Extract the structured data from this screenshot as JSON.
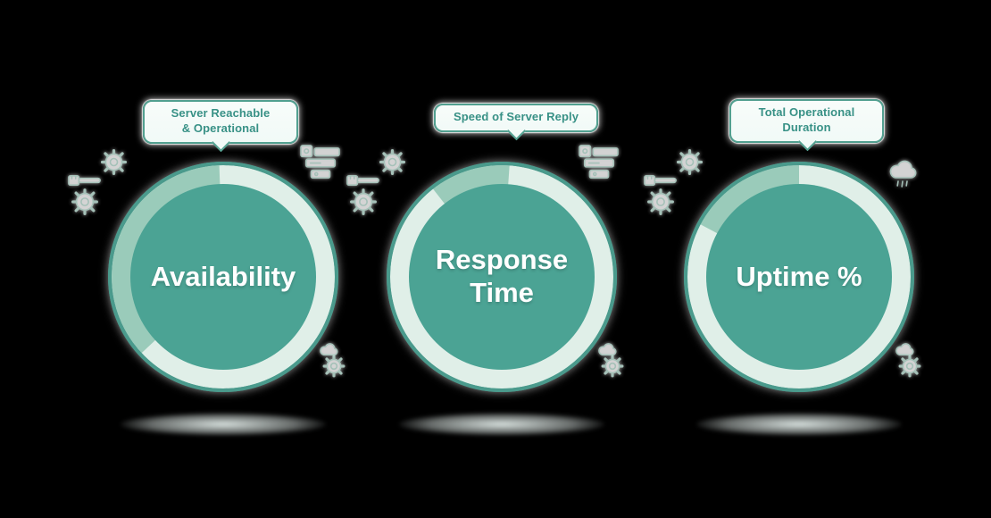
{
  "colors": {
    "page_bg": "#000000",
    "ring_light": "#e0efe8",
    "ring_highlight": "#9acbba",
    "circle_fill": "#4ba394",
    "circle_border": "#4a9a8c",
    "callout_bg": "#f1faf7",
    "callout_border": "#52a090",
    "callout_text": "#389186",
    "label_text": "#ffffff",
    "icon_stroke": "#c2e3d9"
  },
  "panels": [
    {
      "name": "availability",
      "label_lines": [
        "Availability"
      ],
      "callout_lines": [
        "Server Reachable",
        "& Operational"
      ],
      "ring": {
        "start_deg": 2,
        "sweep_deg": 131
      }
    },
    {
      "name": "response-time",
      "label_lines": [
        "Response",
        "Time"
      ],
      "callout_lines": [
        "Speed of Server Reply"
      ],
      "ring": {
        "start_deg": -4,
        "sweep_deg": 42
      }
    },
    {
      "name": "uptime-percent",
      "label_lines": [
        "Uptime %"
      ],
      "callout_lines": [
        "Total Operational",
        "Duration"
      ],
      "ring": {
        "start_deg": 0,
        "sweep_deg": 62
      }
    }
  ]
}
